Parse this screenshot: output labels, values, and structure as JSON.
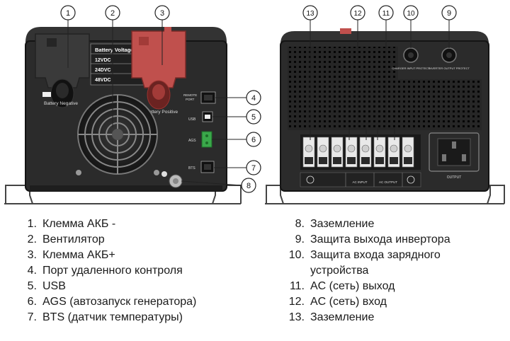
{
  "callouts": [
    "1",
    "2",
    "3",
    "4",
    "5",
    "6",
    "7",
    "8",
    "13",
    "12",
    "11",
    "10",
    "9"
  ],
  "left_panel": {
    "battery_voltage_header": "Battery Voltage",
    "voltages": [
      "12VDC",
      "24DVC",
      "48VDC"
    ],
    "battery_negative": "Battery Negative",
    "battery_positive": "Battery Positive",
    "remote_port": "REMOTE PORT",
    "usb": "USB",
    "ags": "AGS",
    "bts": "BTS"
  },
  "right_panel": {
    "charger_input_protect": "CHARGER INPUT PROTECT",
    "inverter_output_protect": "INVERTER OUTPUT PROTECT",
    "ac_input": "AC INPUT",
    "ac_output": "AC OUTPUT",
    "output": "OUTPUT"
  },
  "legend_left": [
    {
      "num": "1.",
      "text": "Клемма АКБ -"
    },
    {
      "num": "2.",
      "text": "Вентилятор"
    },
    {
      "num": "3.",
      "text": "Клемма АКБ+"
    },
    {
      "num": "4.",
      "text": "Порт удаленного контроля"
    },
    {
      "num": "5.",
      "text": "USB"
    },
    {
      "num": "6.",
      "text": "AGS (автозапуск генератора)"
    },
    {
      "num": "7.",
      "text": "BTS (датчик температуры)"
    }
  ],
  "legend_right": [
    {
      "num": "8.",
      "text": "Заземление"
    },
    {
      "num": "9.",
      "text": "Защита выхода инвертора"
    },
    {
      "num": "10.",
      "text": "Защита входа зарядного устройства"
    },
    {
      "num": "11.",
      "text": "AC (сеть) выход"
    },
    {
      "num": "12.",
      "text": "AC (сеть) вход"
    },
    {
      "num": "13.",
      "text": "Заземление"
    }
  ],
  "colors": {
    "panel": "#2b2b2b",
    "panel_dark": "#1c1c1c",
    "terminal_red": "#c0504d",
    "terminal_black": "#3a3a3a",
    "connector_green": "#3aa84a",
    "terminal_white": "#e9e9e9"
  }
}
